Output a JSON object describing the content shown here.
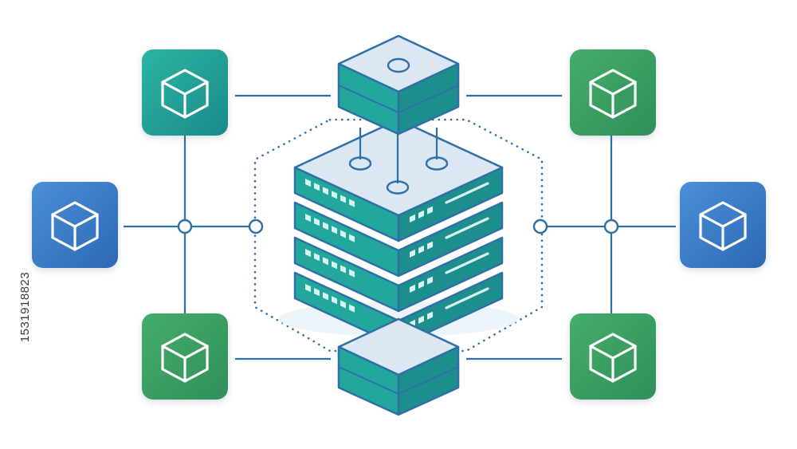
{
  "palette": {
    "line": "#2f6fa8",
    "teal": "#22a79d",
    "teal_dark": "#1a7d7c",
    "green": "#3aa064",
    "blue": "#3779c8",
    "server_top": "#dbe8f3",
    "led": "#d8f3ef"
  },
  "nodes": [
    {
      "id": "top-left",
      "color": "teal",
      "icon": "cube-icon"
    },
    {
      "id": "mid-left",
      "color": "blue",
      "icon": "cube-icon"
    },
    {
      "id": "bottom-left",
      "color": "green",
      "icon": "cube-icon"
    },
    {
      "id": "top-right",
      "color": "green",
      "icon": "cube-icon"
    },
    {
      "id": "mid-right",
      "color": "blue",
      "icon": "cube-icon"
    },
    {
      "id": "bottom-right",
      "color": "green",
      "icon": "cube-icon"
    }
  ],
  "server": {
    "rack_units": 4,
    "top_module_ports": 1,
    "stack_ports": 3
  },
  "watermark": {
    "text": "1531918823"
  }
}
